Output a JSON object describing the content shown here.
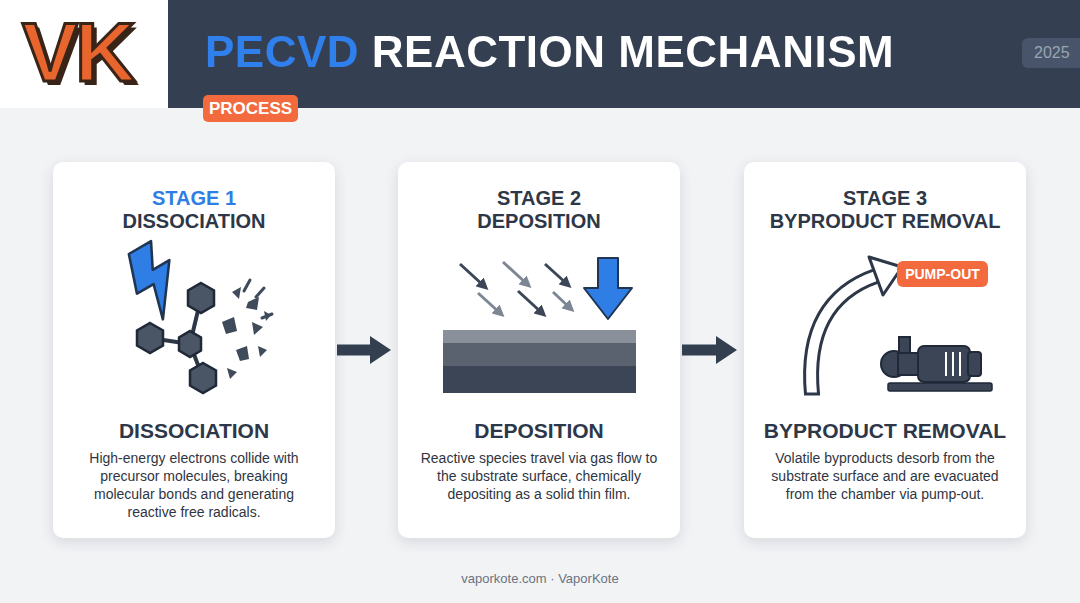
{
  "diagram": {
    "title": "PECVD REACTION MECHANISM",
    "caption": "vaporkote.com · VaporKote",
    "nodes": [
      {
        "text": [
          "STAGE 1",
          "DISSOCIATION",
          "DISSOCIATION",
          "High-energy electrons collide with precursor molecules, breaking molecular bonds and generating reactive free radicals."
        ]
      },
      {
        "text": [
          "STAGE 2",
          "DEPOSITION",
          "DEPOSITION",
          "Reactive species travel via gas flow to the substrate surface, chemically depositing as a solid thin film."
        ]
      },
      {
        "text": [
          "STAGE 3",
          "BYPRODUCT REMOVAL",
          "BYPRODUCT REMOVAL",
          "Volatile byproducts desorb from the substrate surface and are evacuated from the chamber via pump-out."
        ]
      }
    ],
    "edges": [
      {
        "from": 0,
        "to": 1,
        "arrow": "to"
      },
      {
        "from": 1,
        "to": 2,
        "arrow": "to"
      }
    ],
    "labels": [
      "VK",
      "PROCESS",
      "2025",
      "PUMP-OUT"
    ]
  }
}
